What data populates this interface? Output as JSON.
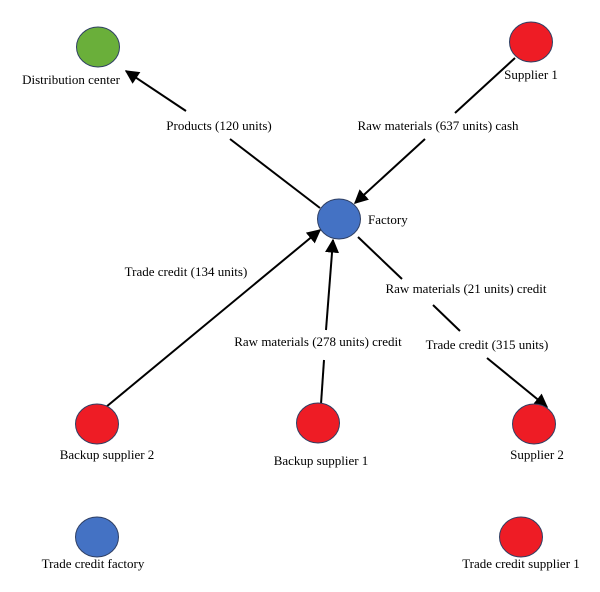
{
  "colors": {
    "green": "#6aaf3a",
    "red": "#ee1c25",
    "blue": "#4472c4",
    "edge": "#000000"
  },
  "nodes": {
    "distribution_center": {
      "label": "Distribution center",
      "color": "green"
    },
    "supplier_1": {
      "label": "Supplier 1",
      "color": "red"
    },
    "factory": {
      "label": "Factory",
      "color": "blue"
    },
    "backup_supplier_2": {
      "label": "Backup supplier 2",
      "color": "red"
    },
    "backup_supplier_1": {
      "label": "Backup supplier 1",
      "color": "red"
    },
    "supplier_2": {
      "label": "Supplier 2",
      "color": "red"
    },
    "trade_credit_factory": {
      "label": "Trade credit factory",
      "color": "blue"
    },
    "trade_credit_supplier_1": {
      "label": "Trade credit supplier 1",
      "color": "red"
    }
  },
  "edges": {
    "products": {
      "from": "Factory",
      "to": "Distribution center",
      "label": "Products (120 units)"
    },
    "raw_cash": {
      "from": "Supplier 1",
      "to": "Factory",
      "label": "Raw materials (637 units) cash"
    },
    "trade_credit_134": {
      "from": "Backup supplier 2",
      "to": "Factory",
      "label": "Trade credit (134 units)"
    },
    "raw_278": {
      "from": "Backup supplier 1",
      "to": "Factory",
      "label": "Raw materials (278 units) credit"
    },
    "raw_21": {
      "from": "Factory",
      "to": "Supplier 2",
      "label": "Raw materials (21 units) credit"
    },
    "trade_credit_315": {
      "from": "Factory",
      "to": "Supplier 2",
      "label": "Trade credit (315 units)"
    }
  }
}
